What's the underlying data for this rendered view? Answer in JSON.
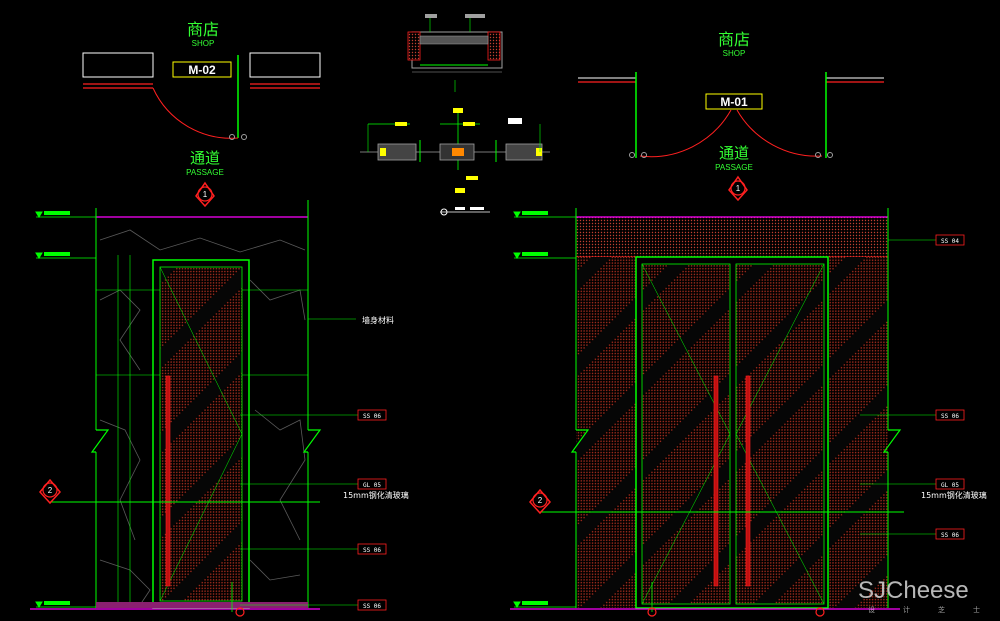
{
  "colors": {
    "background": "#000000",
    "green_line": "#00ff00",
    "title_green": "#33ff33",
    "yellow": "#ffff00",
    "red": "#ff2020",
    "magenta": "#ff00ff",
    "dark_red": "#b00000",
    "grey": "#a0a0a0",
    "white": "#ffffff"
  },
  "left_plan": {
    "room_top": "商店",
    "room_top_en": "SHOP",
    "door_tag": "M-02",
    "room_bottom": "通道",
    "room_bottom_en": "PASSAGE",
    "section_mark": "1"
  },
  "right_plan": {
    "room_top": "商店",
    "room_top_en": "SHOP",
    "door_tag": "M-01",
    "room_bottom": "通道",
    "room_bottom_en": "PASSAGE",
    "section_mark": "1"
  },
  "left_elevation": {
    "section_mark": "2",
    "wall_note": "墙身材料",
    "glass_note": "15mm钢化清玻璃",
    "material_codes": [
      "SS 06",
      "GL 05",
      "SS 06",
      "SS 06"
    ]
  },
  "right_elevation": {
    "section_mark": "2",
    "glass_note": "15mm钢化清玻璃",
    "material_codes": [
      "SS 04",
      "SS 06",
      "GL 05",
      "SS 06"
    ]
  },
  "watermark": {
    "brand": "SJCheese",
    "sub": [
      "设",
      "计",
      "芝",
      "士"
    ]
  }
}
